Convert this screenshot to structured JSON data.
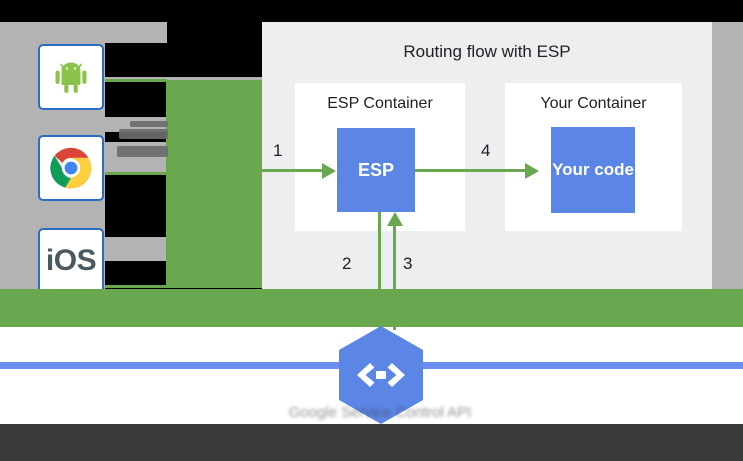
{
  "diagram": {
    "title": "Routing flow with ESP",
    "containers": [
      {
        "label": "ESP Container",
        "node": "ESP"
      },
      {
        "label": "Your Container",
        "node": "Your code"
      }
    ],
    "steps": [
      {
        "number": "1"
      },
      {
        "number": "2"
      },
      {
        "number": "3"
      },
      {
        "number": "4"
      }
    ],
    "clients": [
      {
        "name": "android",
        "label": ""
      },
      {
        "name": "chrome",
        "label": ""
      },
      {
        "name": "ios",
        "label": "iOS"
      }
    ],
    "service_logo": {
      "icon": "code-brackets-icon",
      "caption": "Google Service Control API"
    },
    "colors": {
      "green": "#6aa84f",
      "blue": "#5b86e5",
      "panel": "#eceef0",
      "gray": "#b3b3b3",
      "line_blue": "#6d8ef0"
    }
  }
}
